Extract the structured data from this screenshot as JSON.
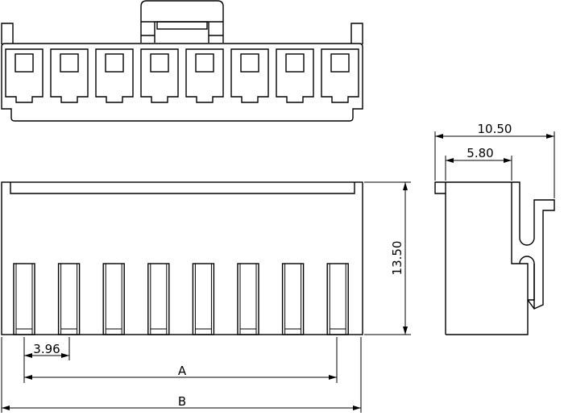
{
  "drawing": {
    "title": "8-position wire-to-board housing, 3.96 mm pitch",
    "positions": 8,
    "dimensions": {
      "pitch": "3.96",
      "length_a": "A",
      "length_b": "B",
      "height": "13.50",
      "depth_total": "10.50",
      "depth_body": "5.80"
    },
    "line_color": "#000000",
    "background": "#ffffff"
  }
}
